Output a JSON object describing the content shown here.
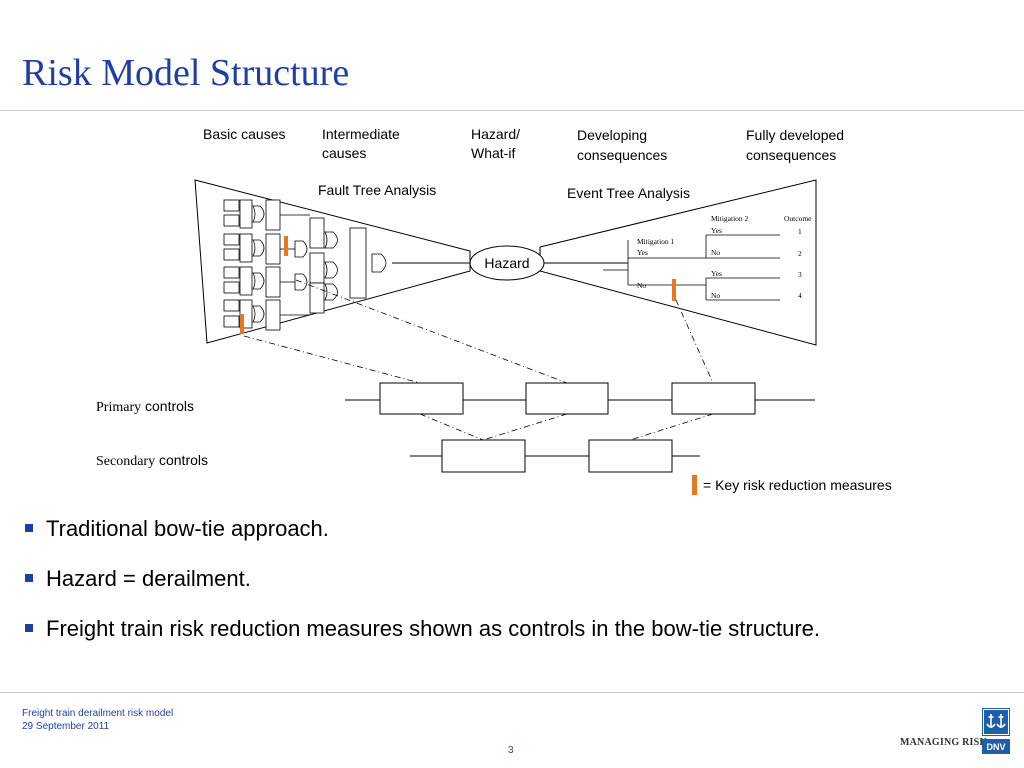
{
  "slide": {
    "title": "Risk Model Structure",
    "page_number": "3",
    "footer": {
      "line1": "Freight train derailment risk model",
      "line2": "29 September 2011"
    },
    "brand": {
      "tagline": "MANAGING RISK",
      "logo_text": "DNV"
    }
  },
  "diagram": {
    "headers": {
      "basic_causes": "Basic causes",
      "intermediate_1": "Intermediate",
      "intermediate_2": "causes",
      "hazard_1": "Hazard/",
      "hazard_2": "What-if",
      "developing_1": "Developing",
      "developing_2": "consequences",
      "fully_1": "Fully developed",
      "fully_2": "consequences"
    },
    "fault_tree_label": "Fault Tree Analysis",
    "event_tree_label": "Event Tree Analysis",
    "hazard_label": "Hazard",
    "event_tree": {
      "mitigation2": "Mitigation 2",
      "outcome": "Outcome",
      "mitigation1": "Mitigation 1",
      "yes": "Yes",
      "no": "No",
      "outcomes": [
        "1",
        "2",
        "3",
        "4"
      ]
    },
    "primary_controls": {
      "prefix": "Primary",
      "suffix": " controls"
    },
    "secondary_controls": {
      "prefix": "Secondary",
      "suffix": " controls"
    },
    "legend": "= Key risk reduction measures",
    "colors": {
      "key_measure": "#e87722",
      "title": "#1f3fa6",
      "bullet": "#1f3fa6"
    }
  },
  "bullets": [
    "Traditional bow-tie approach.",
    "Hazard = derailment.",
    "Freight train risk reduction measures shown as controls in the bow-tie structure."
  ]
}
